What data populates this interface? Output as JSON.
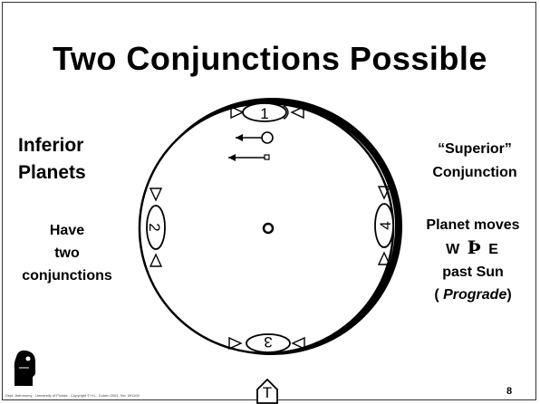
{
  "slide": {
    "title": "Two Conjunctions Possible",
    "left": {
      "heading_line1": "Inferior",
      "heading_line2": "Planets",
      "note_line1": "Have",
      "note_line2": "two",
      "note_line3": "conjunctions"
    },
    "right": {
      "heading_line1": "“Superior”",
      "heading_line2": "Conjunction",
      "moves_line1": "Planet moves",
      "moves_dir_w": "W",
      "moves_dir_arrow": "Þ",
      "moves_dir_e": "E",
      "moves_line3": "past Sun",
      "prograde_open": "( ",
      "prograde_word": "Prograde",
      "prograde_close": ")"
    },
    "positions": {
      "p1": "1",
      "p2": "2",
      "p3": "3",
      "p4": "4"
    },
    "footer": "Dept. Astronomy  -  University of Florida  -  Copyright © H.L. Cohen 2001, Ver. 091100",
    "page_number": "8",
    "home_button": "T"
  },
  "colors": {
    "background": "#ffffff",
    "ink": "#000000"
  },
  "icons": [
    "logo-icon",
    "home-icon",
    "sun-icon",
    "earth-icon",
    "arrow-left-icon"
  ]
}
